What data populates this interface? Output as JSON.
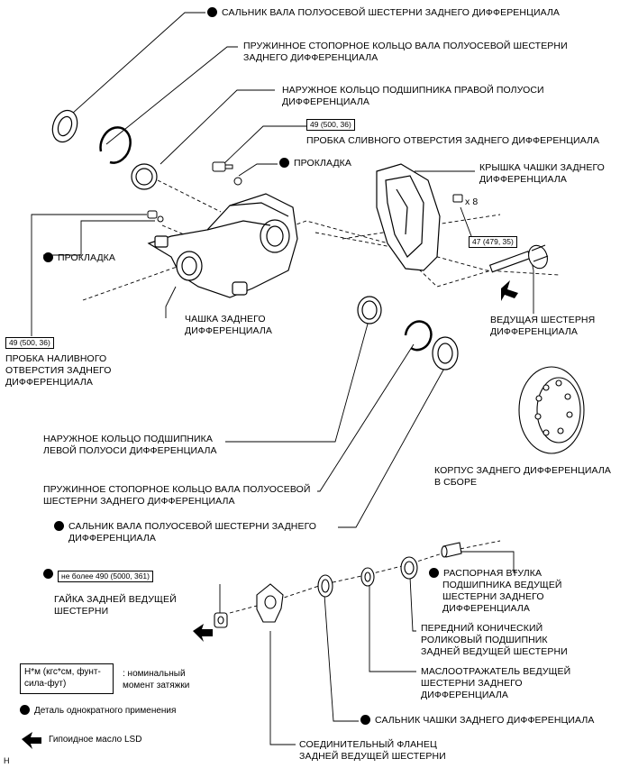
{
  "labels": {
    "l1": "САЛЬНИК ВАЛА ПОЛУОСЕВОЙ ШЕСТЕРНИ ЗАДНЕГО ДИФФЕРЕНЦИАЛА",
    "l2a": "ПРУЖИННОЕ СТОПОРНОЕ КОЛЬЦО ВАЛА ПОЛУОСЕВОЙ ШЕСТЕРНИ",
    "l2b": "ЗАДНЕГО ДИФФЕРЕНЦИАЛА",
    "l3a": "НАРУЖНОЕ КОЛЬЦО ПОДШИПНИКА ПРАВОЙ ПОЛУОСИ",
    "l3b": "ДИФФЕРЕНЦИАЛА",
    "torque_drain": "49 (500, 36)",
    "l4": "ПРОБКА СЛИВНОГО ОТВЕРСТИЯ ЗАДНЕГО ДИФФЕРЕНЦИАЛА",
    "l5": "ПРОКЛАДКА",
    "l6a": "КРЫШКА ЧАШКИ ЗАДНЕГО",
    "l6b": "ДИФФЕРЕНЦИАЛА",
    "x8": "x 8",
    "torque_cover": "47 (479, 35)",
    "l7": "ПРОКЛАДКА",
    "torque_fill": "49 (500, 36)",
    "l8a": "ПРОБКА НАЛИВНОГО",
    "l8b": "ОТВЕРСТИЯ ЗАДНЕГО",
    "l8c": "ДИФФЕРЕНЦИАЛА",
    "l9a": "ЧАШКА ЗАДНЕГО",
    "l9b": "ДИФФЕРЕНЦИАЛА",
    "l10a": "ВЕДУЩАЯ ШЕСТЕРНЯ",
    "l10b": "ДИФФЕРЕНЦИАЛА",
    "l11a": "НАРУЖНОЕ КОЛЬЦО ПОДШИПНИКА",
    "l11b": "ЛЕВОЙ ПОЛУОСИ ДИФФЕРЕНЦИАЛА",
    "l12a": "КОРПУС ЗАДНЕГО ДИФФЕРЕНЦИАЛА",
    "l12b": "В СБОРЕ",
    "l13a": "ПРУЖИННОЕ СТОПОРНОЕ КОЛЬЦО ВАЛА ПОЛУОСЕВОЙ",
    "l13b": "ШЕСТЕРНИ ЗАДНЕГО ДИФФЕРЕНЦИАЛА",
    "l14a": "САЛЬНИК ВАЛА ПОЛУОСЕВОЙ ШЕСТЕРНИ ЗАДНЕГО",
    "l14b": "ДИФФЕРЕНЦИАЛА",
    "torque_nut": "не более 490 (5000, 361)",
    "l15a": "ГАЙКА ЗАДНЕЙ ВЕДУЩЕЙ",
    "l15b": "ШЕСТЕРНИ",
    "l16a": "РАСПОРНАЯ ВТУЛКА",
    "l16b": "ПОДШИПНИКА ВЕДУЩЕЙ",
    "l16c": "ШЕСТЕРНИ ЗАДНЕГО",
    "l16d": "ДИФФЕРЕНЦИАЛА",
    "l17a": "ПЕРЕДНИЙ КОНИЧЕСКИЙ",
    "l17b": "РОЛИКОВЫЙ ПОДШИПНИК",
    "l17c": "ЗАДНЕЙ ВЕДУЩЕЙ ШЕСТЕРНИ",
    "l18a": "МАСЛООТРАЖАТЕЛЬ ВЕДУЩЕЙ",
    "l18b": "ШЕСТЕРНИ ЗАДНЕГО",
    "l18c": "ДИФФЕРЕНЦИАЛА",
    "l19": "САЛЬНИК ЧАШКИ ЗАДНЕГО ДИФФЕРЕНЦИАЛА",
    "l20a": "СОЕДИНИТЕЛЬНЫЙ ФЛАНЕЦ",
    "l20b": "ЗАДНЕЙ ВЕДУЩЕЙ ШЕСТЕРНИ"
  },
  "legend": {
    "units_a": "Н*м (кгс*см, фунт-",
    "units_b": "сила-фут)",
    "units_desc_a": ": номинальный",
    "units_desc_b": "момент затяжки",
    "onetime": "Деталь однократного применения",
    "oil": "Гипоидное масло LSD",
    "corner": "H"
  }
}
